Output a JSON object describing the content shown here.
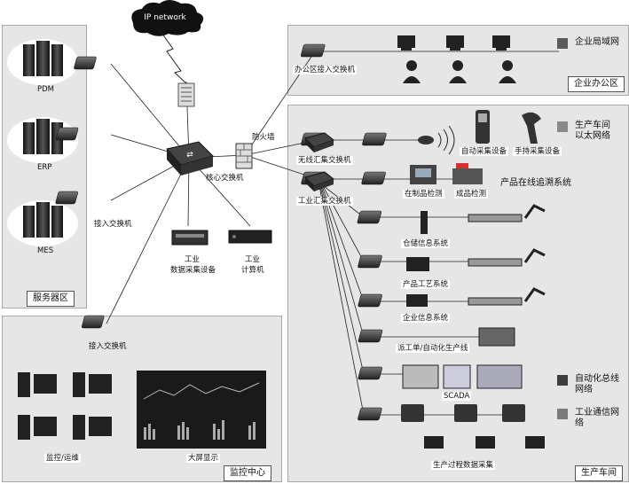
{
  "cloud": {
    "label": "IP network"
  },
  "zones": {
    "server": {
      "label": "服务器区"
    },
    "monitor": {
      "label": "监控中心"
    },
    "office": {
      "label": "企业办公区"
    },
    "production": {
      "label": "生产车间"
    }
  },
  "servers": [
    "PDM",
    "ERP",
    "MES"
  ],
  "core": {
    "core_switch": "核心交换机",
    "firewall": "防火墙",
    "access_switch_left": "接入交换机",
    "access_switch_monitor": "接入交换机",
    "daq": [
      "工业",
      "数据采集设备"
    ],
    "ipc": [
      "工业",
      "计算机"
    ]
  },
  "office": {
    "access_switch": "办公区接入交换机"
  },
  "production": {
    "wireless_switch": "无线汇集交换机",
    "industrial_switch": "工业汇集交换机",
    "auto_collector": "自动采集设备",
    "handheld_collector": "手持采集设备",
    "in_process_check": "在制品检测",
    "finished_check": "成品检测",
    "tracing_system": "产品在线追溯系统",
    "warehouse": "仓储信息系统",
    "process": "产品工艺系统",
    "enterprise_info": "企业信息系统",
    "dispatch": "派工单/自动化生产线",
    "scada": "SCADA",
    "process_data": "生产过程数据采集"
  },
  "monitor": {
    "ops": "监控/运维",
    "big_screen": "大屏显示"
  },
  "legend": [
    {
      "label": "企业局域网",
      "color": "#5a5a5a"
    },
    {
      "label": "生产车间\n以太网络",
      "color": "#8a8a8a"
    },
    {
      "label": "自动化总线\n网络",
      "color": "#3d3d3d"
    },
    {
      "label": "工业通信网\n络",
      "color": "#7a7a7a"
    }
  ]
}
